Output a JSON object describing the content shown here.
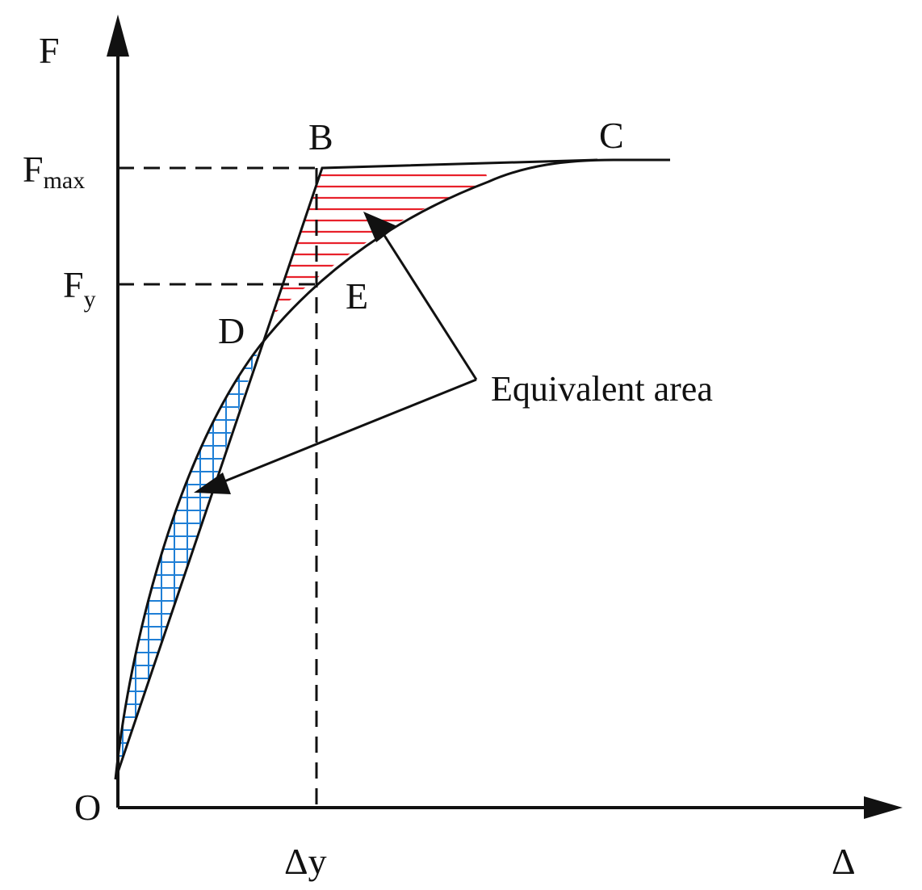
{
  "axes": {
    "y_label": "F",
    "x_label": "Δ"
  },
  "ticks": {
    "fmax_main": "F",
    "fmax_sub": "max",
    "fy_main": "F",
    "fy_sub": "y",
    "dy": "Δy"
  },
  "points": {
    "O": "O",
    "B": "B",
    "C": "C",
    "D": "D",
    "E": "E"
  },
  "annotation": "Equivalent area",
  "colors": {
    "line": "#111111",
    "upper_hatch": "#e8212b",
    "lower_hatch": "#1f7fd6"
  }
}
